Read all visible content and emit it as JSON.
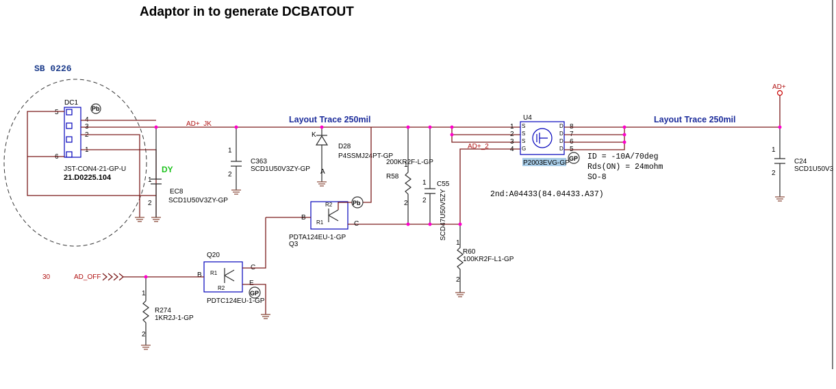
{
  "title": "Adaptor in to generate DCBATOUT",
  "connector": {
    "group_label": "SB 0226",
    "refdes": "DC1",
    "part": "JST-CON4-21-GP-U",
    "partno": "21.D0225.104",
    "pins": [
      "5",
      "4",
      "3",
      "2",
      "1",
      "6"
    ],
    "dy_mark": "DY"
  },
  "nets": {
    "ad_jk": "AD+_JK",
    "ad_2": "AD+_2",
    "ad_plus": "AD+",
    "ad_off": "AD_OFF",
    "ad_off_page": "30"
  },
  "trace_notes": [
    "Layout Trace 250mil",
    "Layout Trace 250mil"
  ],
  "capacitors": [
    {
      "ref": "EC8",
      "part": "SCD1U50V3ZY-GP",
      "pin1": "1",
      "pin2": "2"
    },
    {
      "ref": "C363",
      "part": "SCD1U50V3ZY-GP",
      "pin1": "1",
      "pin2": "2"
    },
    {
      "ref": "C55",
      "part": "SCD47U50V5ZY",
      "pin1": "1",
      "pin2": "2"
    },
    {
      "ref": "C24",
      "part": "SCD1U50V3",
      "pin1": "1",
      "pin2": "2"
    }
  ],
  "diode": {
    "ref": "D28",
    "part": "P4SSMJ24PT-GP",
    "k": "K",
    "a": "A"
  },
  "resistors": [
    {
      "ref": "R58",
      "part": "200KR2F-L-GP",
      "pin1": "1",
      "pin2": "2"
    },
    {
      "ref": "R60",
      "part": "100KR2F-L1-GP",
      "pin1": "1",
      "pin2": "2"
    },
    {
      "ref": "R274",
      "part": "1KR2J-1-GP",
      "pin1": "1",
      "pin2": "2"
    }
  ],
  "transistors": [
    {
      "ref": "Q3",
      "part": "PDTA124EU-1-GP",
      "b": "B",
      "c": "C",
      "r1": "R1",
      "r2": "R2"
    },
    {
      "ref": "Q20",
      "part": "PDTC124EU-1-GP",
      "b": "B",
      "c": "C",
      "e": "E",
      "r1": "R1",
      "r2": "R2"
    }
  ],
  "mosfet": {
    "ref": "U4",
    "part": "P2003EVG-GP",
    "left_pins": [
      "1",
      "2",
      "3",
      "4"
    ],
    "left_names": [
      "S",
      "S",
      "S",
      "G"
    ],
    "right_pins": [
      "8",
      "7",
      "6",
      "5"
    ],
    "right_names": [
      "D",
      "D",
      "D",
      "D"
    ],
    "spec": [
      "ID = -10A/70deg",
      "Rds(ON) = 24mohm",
      "SO-8"
    ],
    "second_source": "2nd:A04433(84.04433.A37)"
  },
  "badges": {
    "pb": "Pb",
    "gp": "GP"
  }
}
